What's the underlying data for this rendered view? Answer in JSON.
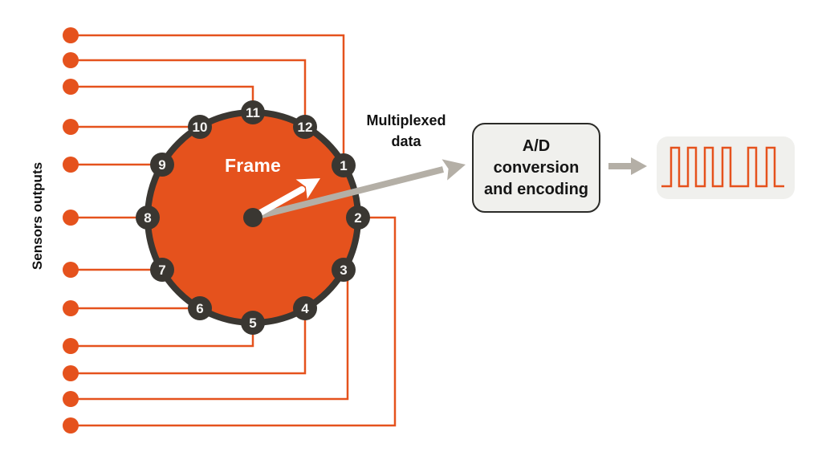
{
  "left_panel": {
    "label": "Sensors outputs",
    "sensor_count": 12
  },
  "frame_wheel": {
    "label": "Frame",
    "slots": [
      {
        "label": "1"
      },
      {
        "label": "2"
      },
      {
        "label": "3"
      },
      {
        "label": "4"
      },
      {
        "label": "5"
      },
      {
        "label": "6"
      },
      {
        "label": "7"
      },
      {
        "label": "8"
      },
      {
        "label": "9"
      },
      {
        "label": "10"
      },
      {
        "label": "11"
      },
      {
        "label": "12"
      }
    ]
  },
  "mux_arrow": {
    "line1": "Multiplexed",
    "line2": "data"
  },
  "ad_block": {
    "lines": [
      "A/D",
      "conversion",
      "and encoding"
    ]
  },
  "output_signal": {
    "type": "square-wave",
    "pulse_count": 6
  },
  "colors": {
    "orange": "#E5521D",
    "dark": "#3A3732",
    "arrow_gray": "#B4AFA6",
    "box_fill": "#F0F0ED",
    "box_border": "#2B2B28",
    "text": "#111111",
    "white": "#FFFFFF"
  }
}
